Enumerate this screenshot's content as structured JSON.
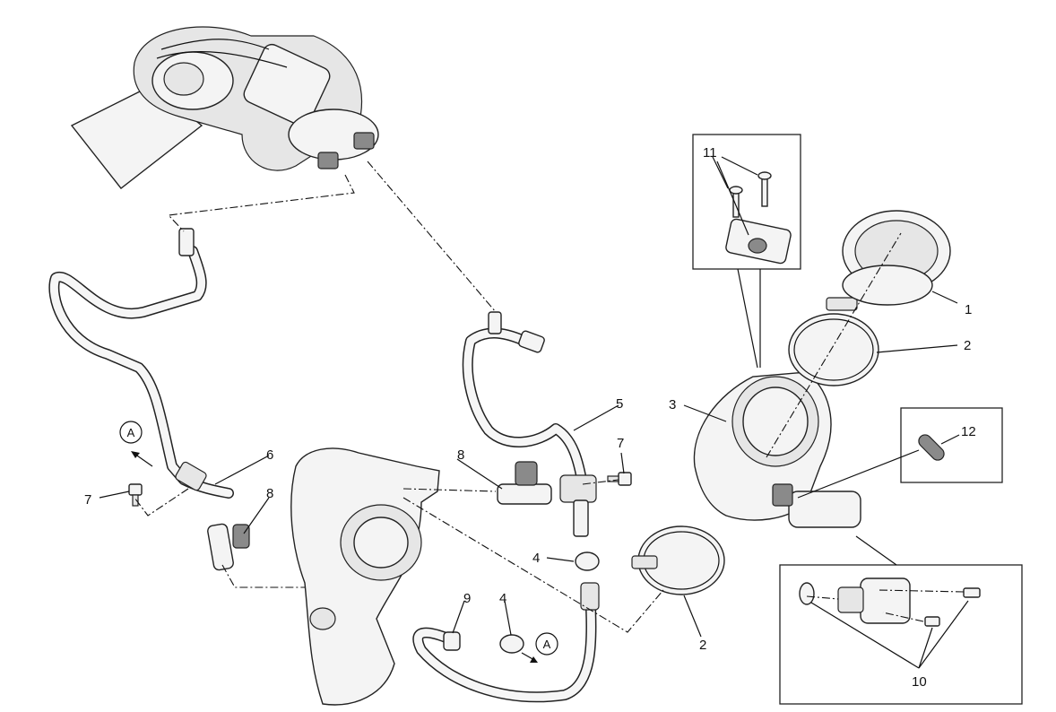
{
  "diagram": {
    "callouts": {
      "c1": "1",
      "c2a": "2",
      "c2b": "2",
      "c3": "3",
      "c4a": "4",
      "c4b": "4",
      "c5": "5",
      "c6": "6",
      "c7a": "7",
      "c7b": "7",
      "c8a": "8",
      "c8b": "8",
      "c9": "9",
      "c10": "10",
      "c11": "11",
      "c12": "12"
    },
    "markers": {
      "a1": "A",
      "a2": "A"
    }
  }
}
